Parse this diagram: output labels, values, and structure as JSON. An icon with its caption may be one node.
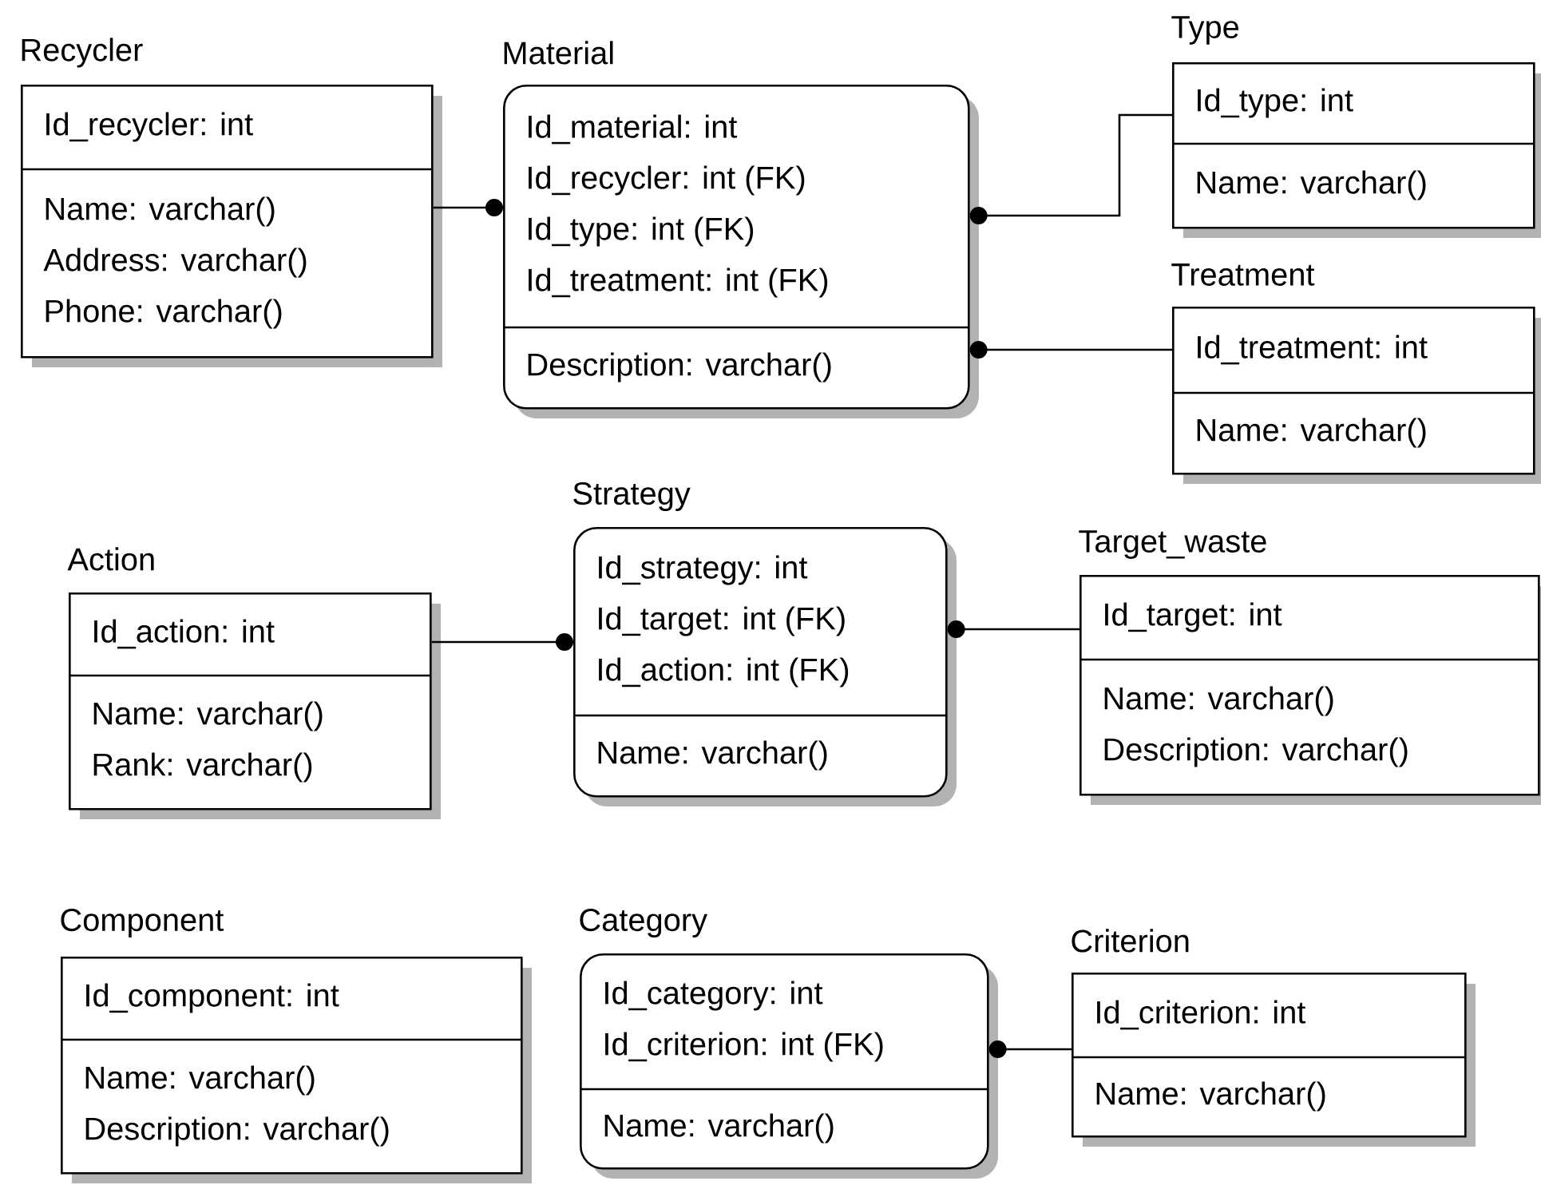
{
  "diagram": {
    "nodes": [
      {
        "text": [
          "Recycler",
          "Id_recycler: int",
          "Name: varchar()",
          "Address: varchar()",
          "Phone: varchar()"
        ]
      },
      {
        "text": [
          "Material",
          "Id_material: int",
          "Id_recycler: int (FK)",
          "Id_type: int (FK)",
          "Id_treatment: int (FK)",
          "Description: varchar()"
        ]
      },
      {
        "text": [
          "Type",
          "Id_type: int",
          "Name: varchar()"
        ]
      },
      {
        "text": [
          "Treatment",
          "Id_treatment: int",
          "Name: varchar()"
        ]
      },
      {
        "text": [
          "Action",
          "Id_action: int",
          "Name: varchar()",
          "Rank: varchar()"
        ]
      },
      {
        "text": [
          "Strategy",
          "Id_strategy: int",
          "Id_target: int (FK)",
          "Id_action: int (FK)",
          "Name: varchar()"
        ]
      },
      {
        "text": [
          "Target_waste",
          "Id_target: int",
          "Name: varchar()",
          "Description: varchar()"
        ]
      },
      {
        "text": [
          "Component",
          "Id_component: int",
          "Name: varchar()",
          "Description: varchar()"
        ]
      },
      {
        "text": [
          "Category",
          "Id_category: int",
          "Id_criterion: int (FK)",
          "Name: varchar()"
        ]
      },
      {
        "text": [
          "Criterion",
          "Id_criterion: int",
          "Name: varchar()"
        ]
      }
    ],
    "edges": [
      {
        "from": 0,
        "to": 1,
        "arrow": "other"
      },
      {
        "from": 2,
        "to": 1,
        "arrow": "other"
      },
      {
        "from": 3,
        "to": 1,
        "arrow": "other"
      },
      {
        "from": 4,
        "to": 5,
        "arrow": "other"
      },
      {
        "from": 6,
        "to": 5,
        "arrow": "other"
      },
      {
        "from": 9,
        "to": 8,
        "arrow": "other"
      }
    ]
  }
}
